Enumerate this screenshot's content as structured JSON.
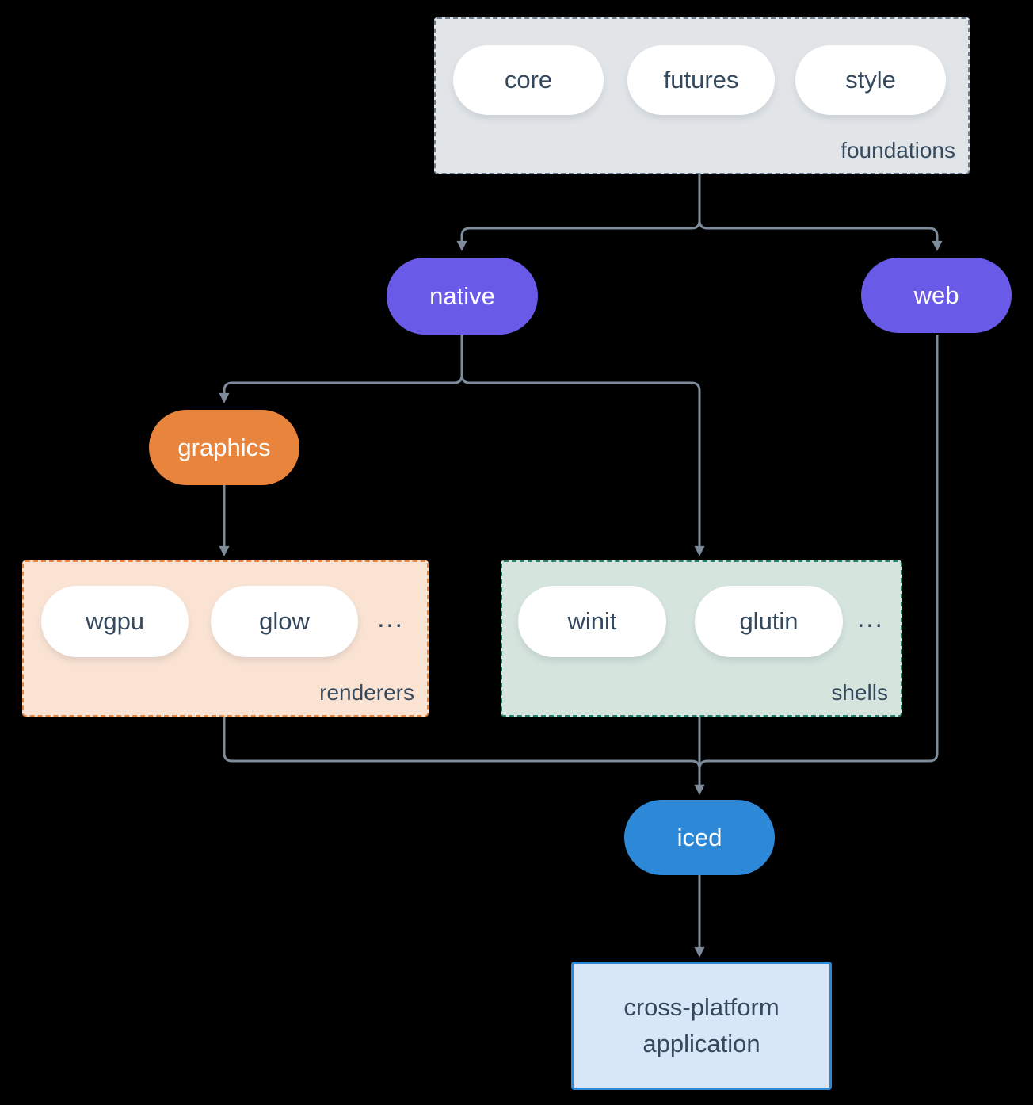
{
  "diagram": {
    "foundations": {
      "label": "foundations",
      "pills": [
        "core",
        "futures",
        "style"
      ]
    },
    "native": {
      "label": "native"
    },
    "web": {
      "label": "web"
    },
    "graphics": {
      "label": "graphics"
    },
    "renderers": {
      "label": "renderers",
      "pills": [
        "wgpu",
        "glow"
      ],
      "more": "..."
    },
    "shells": {
      "label": "shells",
      "pills": [
        "winit",
        "glutin"
      ],
      "more": "..."
    },
    "iced": {
      "label": "iced"
    },
    "application": {
      "line1": "cross-platform",
      "line2": "application"
    },
    "edges": [
      {
        "from": "foundations",
        "to": "native"
      },
      {
        "from": "foundations",
        "to": "web"
      },
      {
        "from": "native",
        "to": "graphics"
      },
      {
        "from": "native",
        "to": "shells"
      },
      {
        "from": "graphics",
        "to": "renderers"
      },
      {
        "from": "renderers",
        "to": "iced"
      },
      {
        "from": "shells",
        "to": "iced"
      },
      {
        "from": "web",
        "to": "iced"
      },
      {
        "from": "iced",
        "to": "application"
      }
    ],
    "colors": {
      "background": "#000000",
      "purple": "#6a5ae8",
      "orange": "#e8843c",
      "blue": "#2d89d8",
      "peach_fill": "#fae3d3",
      "sage_fill": "#d6e4de",
      "gray_fill": "#e1e5e8",
      "app_fill": "#d8e7f8",
      "teal_border": "#26806e",
      "slate_border": "#6b7d8f",
      "line": "#7d8b9a",
      "text_dark": "#35495e"
    }
  }
}
